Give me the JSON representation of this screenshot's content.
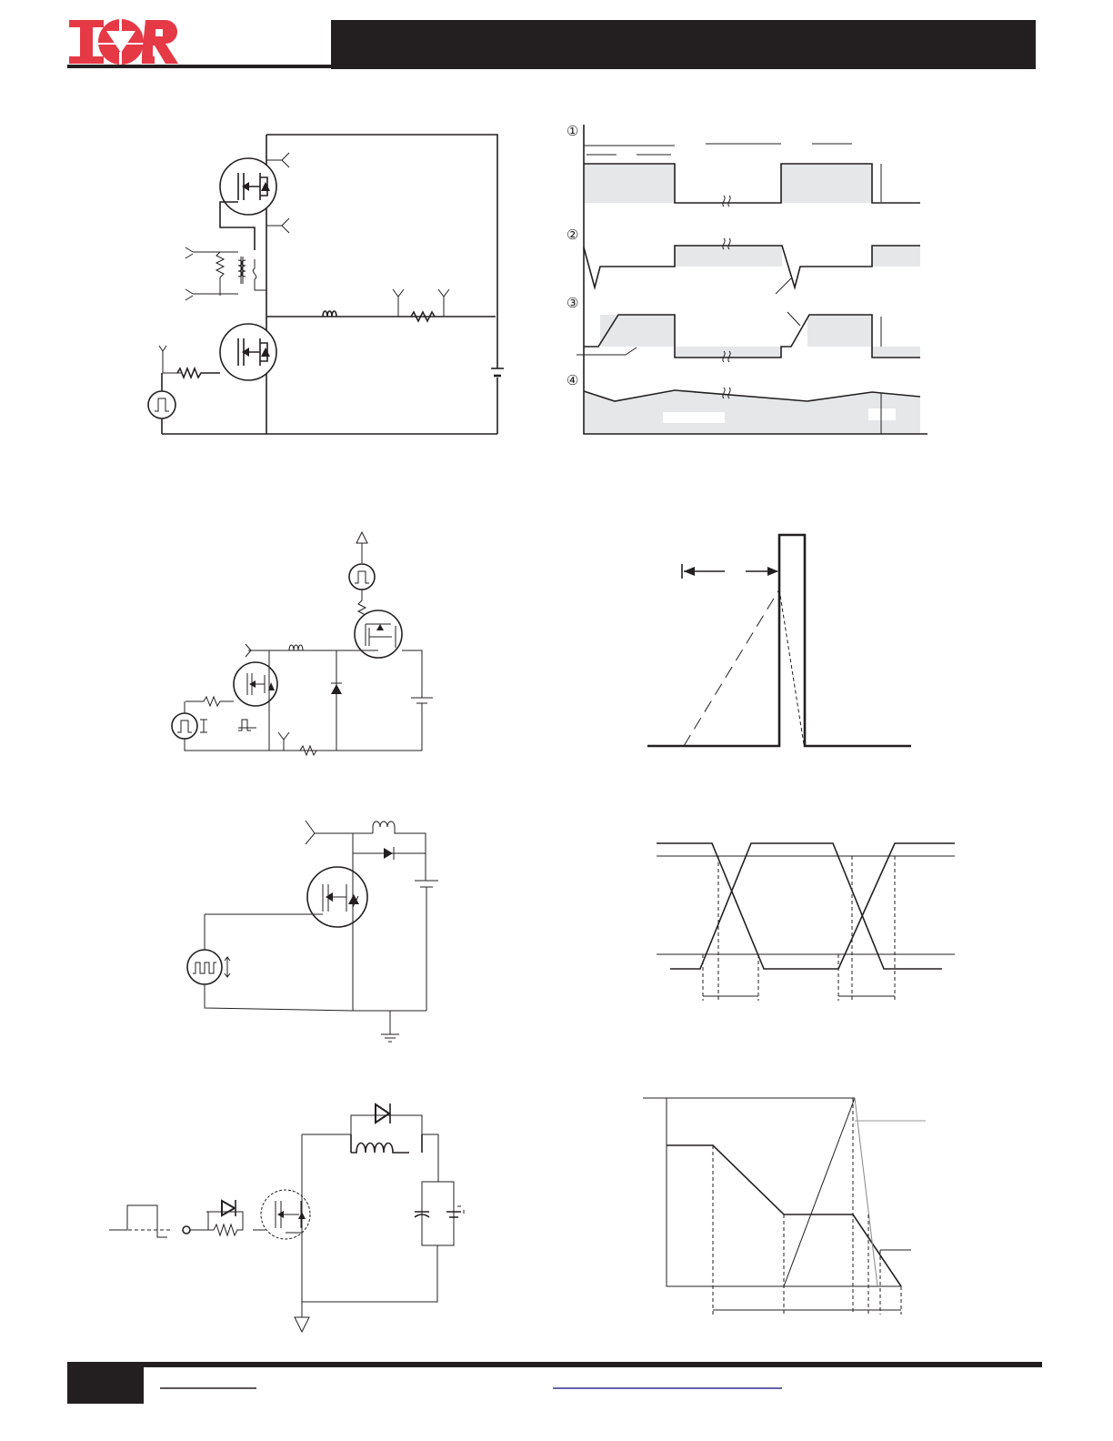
{
  "header": {
    "logo_text": "IOR",
    "brand_color": "#e63946",
    "bar_color": "#231f20"
  },
  "waveform_labels": [
    "①",
    "②",
    "③",
    "④"
  ],
  "footer": {
    "link_color": "#2e3192"
  }
}
